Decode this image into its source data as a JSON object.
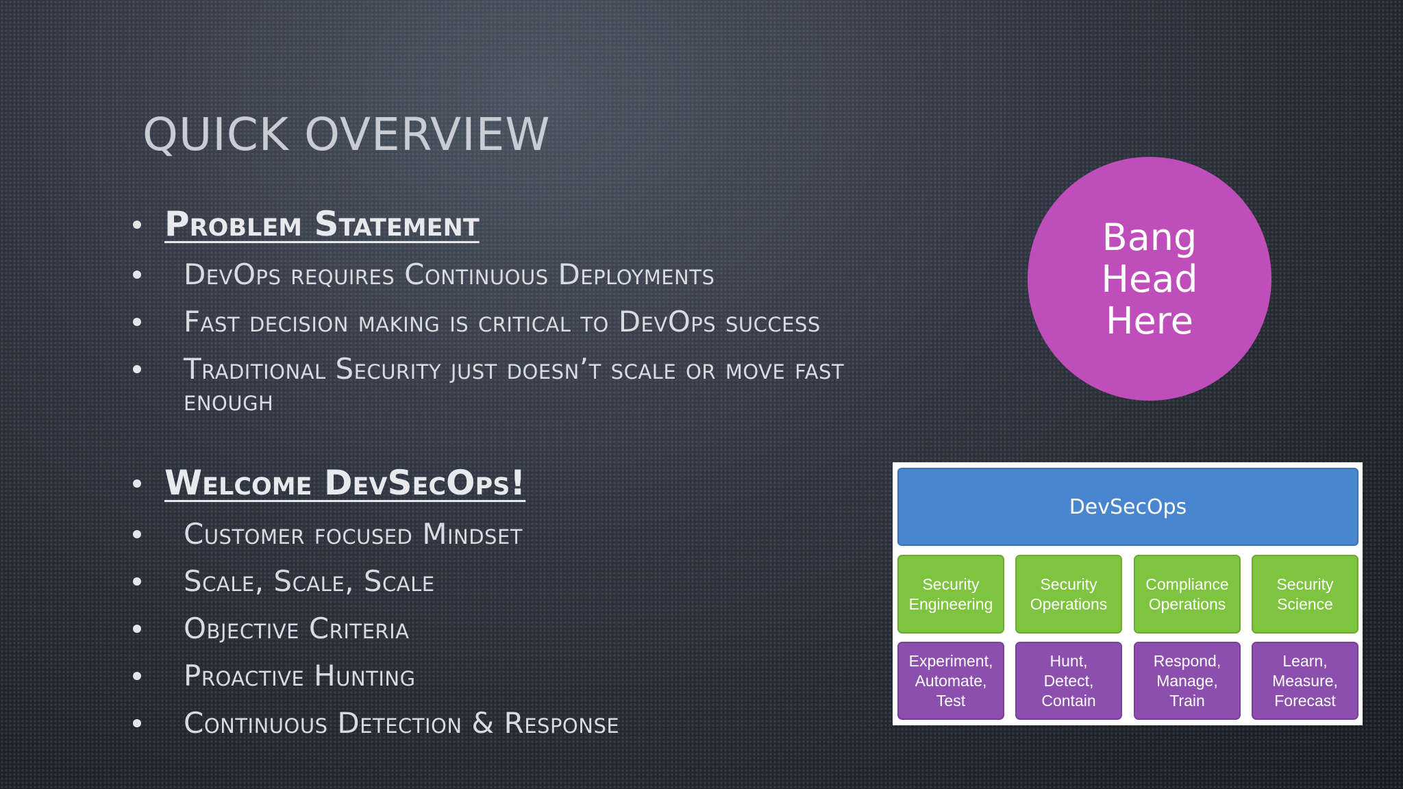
{
  "slide": {
    "title": "QUICK OVERVIEW",
    "sections": [
      {
        "heading": "Problem Statement",
        "items": [
          "DevOps requires Continuous Deployments",
          "Fast decision making is critical to DevOps success",
          "Traditional Security just doesn’t scale or move fast\nenough"
        ]
      },
      {
        "heading": "Welcome DevSecOps!",
        "items": [
          "Customer focused Mindset",
          "Scale, Scale, Scale",
          "Objective Criteria",
          "Proactive Hunting",
          "Continuous Detection & Response"
        ]
      }
    ],
    "circle_label": "Bang Head Here",
    "diagram": {
      "top_label": "DevSecOps",
      "columns": [
        {
          "area": "Security\nEngineering",
          "activities": "Experiment,\nAutomate,\nTest"
        },
        {
          "area": "Security\nOperations",
          "activities": "Hunt,\nDetect,\nContain"
        },
        {
          "area": "Compliance\nOperations",
          "activities": "Respond,\nManage,\nTrain"
        },
        {
          "area": "Security\nScience",
          "activities": "Learn,\nMeasure,\nForecast"
        }
      ]
    },
    "colors": {
      "circle": "#c04eba",
      "top_box": "#4a86cf",
      "green_cells": "#7fc43f",
      "purple_cells": "#8d4fae"
    }
  }
}
